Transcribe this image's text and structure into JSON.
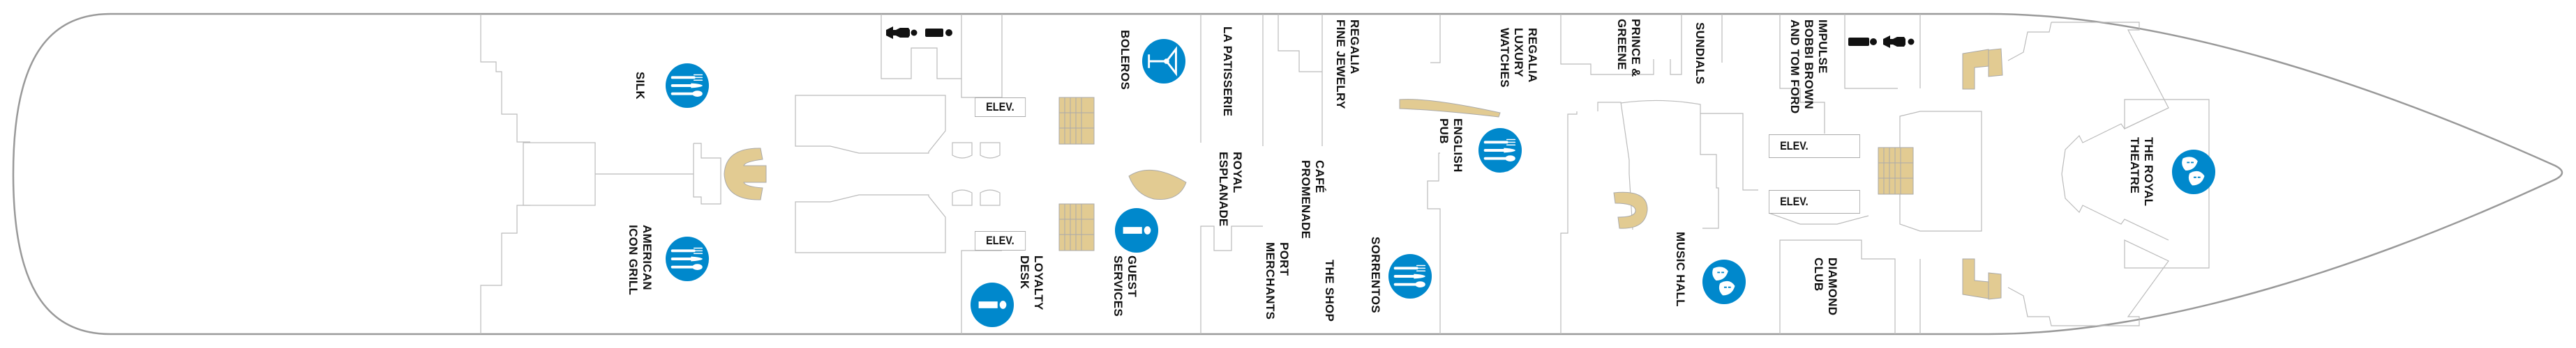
{
  "colors": {
    "hull": "#999999",
    "walls": "#bbbbbb",
    "stairs": "#e2cb92",
    "icon_bg": "#0088cc"
  },
  "venues": {
    "silk": "SILK",
    "american_icon_grill": "AMERICAN\nICON GRILL",
    "boleros": "BOLEROS",
    "la_patisserie": "LA PATISSERIE",
    "regalia_fine_jewelry": "REGALIA\nFINE JEWELRY",
    "regalia_luxury_watches": "REGALIA\nLUXURY\nWATCHES",
    "english_pub": "ENGLISH\nPUB",
    "royal_esplanade": "ROYAL\nESPLANADE",
    "cafe_promenade": "CAFÉ\nPROMENADE",
    "port_merchants": "PORT\nMERCHANTS",
    "the_shop": "THE SHOP",
    "sorrentos": "SORRENTOS",
    "guest_services": "GUEST\nSERVICES",
    "loyalty_desk": "LOYALTY\nDESK",
    "prince_greene": "PRINCE &\nGREENE",
    "sundials": "SUNDIALS",
    "impulse": "IMPULSE\nBOBBI BROWN\nAND TOM FORD",
    "music_hall": "MUSIC HALL",
    "diamond_club": "DIAMOND\nCLUB",
    "royal_theatre": "THE ROYAL\nTHEATRE"
  },
  "elevators": [
    "ELEV.",
    "ELEV.",
    "ELEV.",
    "ELEV."
  ],
  "icons": {
    "silk": "dining-icon",
    "american_icon_grill": "dining-icon",
    "boleros": "bar-icon",
    "english_pub": "dining-icon",
    "sorrentos": "dining-icon",
    "guest_services": "info-icon",
    "loyalty_desk": "info-icon",
    "music_hall": "theatre-icon",
    "royal_theatre": "theatre-icon",
    "restrooms": "restroom-icon"
  }
}
